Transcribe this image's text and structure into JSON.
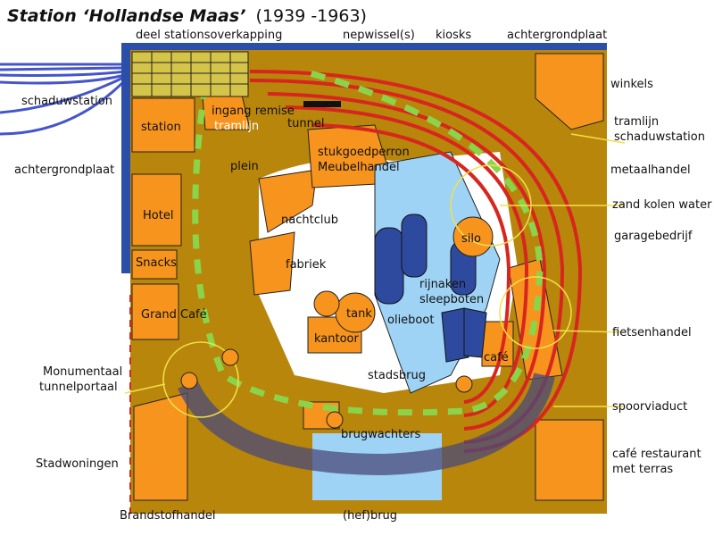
{
  "title": {
    "name": "Station ‘Hollandse Maas’",
    "years": "(1939 -1963)"
  },
  "colors": {
    "orange": "#f7941d",
    "brown": "#b8860b",
    "light_blue": "#9fd3f5",
    "dark_blue": "#2e4a9e",
    "track_red": "#d7261e",
    "frame_blue": "#2b4fa8",
    "cream": "#f5deb3",
    "yellow_line": "#f2e04a",
    "green_dash": "#8bd44a",
    "ramp_purple": "#8070c0"
  },
  "labels": {
    "top_left": "deel stationsoverkapping",
    "top_mid": "nepwissel(s)",
    "top_kiosks": "kiosks",
    "top_right": "achtergrondplaat",
    "left_schaduw": "schaduwstation",
    "left_achtergrond": "achtergrondplaat",
    "left_monument_1": "Monumentaal",
    "left_monument_2": "tunnelportaal",
    "left_stadwoningen": "Stadwoningen",
    "bottom_brandstof": "Brandstofhandel",
    "bottom_hefbrug": "(hef)brug",
    "right_winkels": "winkels",
    "right_tramlijn_1": "tramlijn",
    "right_tramlijn_2": "schaduwstation",
    "right_metaal": "metaalhandel",
    "right_zand": "zand kolen water",
    "right_garage": "garagebedrijf",
    "right_fiets": "fietsenhandel",
    "right_viaduct": "spoorviaduct",
    "right_cafe_1": "café restaurant",
    "right_cafe_2": "met terras"
  },
  "areas": {
    "station": "station",
    "hotel": "Hotel",
    "snacks": "Snacks",
    "grand_cafe": "Grand Café",
    "plein": "plein",
    "ingang_remise": "ingang remise",
    "tramlijn": "tramlijn",
    "tunnel": "tunnel",
    "stukgoed": "stukgoedperron",
    "meubel": "Meubelhandel",
    "nachtclub": "nachtclub",
    "fabriek": "fabriek",
    "silo": "silo",
    "rijnaken": "rijnaken",
    "sleepboten": "sleepboten",
    "tank": "tank",
    "olieboot": "olieboot",
    "kantoor": "kantoor",
    "stadsbrug": "stadsbrug",
    "cafe": "café",
    "brugwachters": "brugwachters"
  }
}
